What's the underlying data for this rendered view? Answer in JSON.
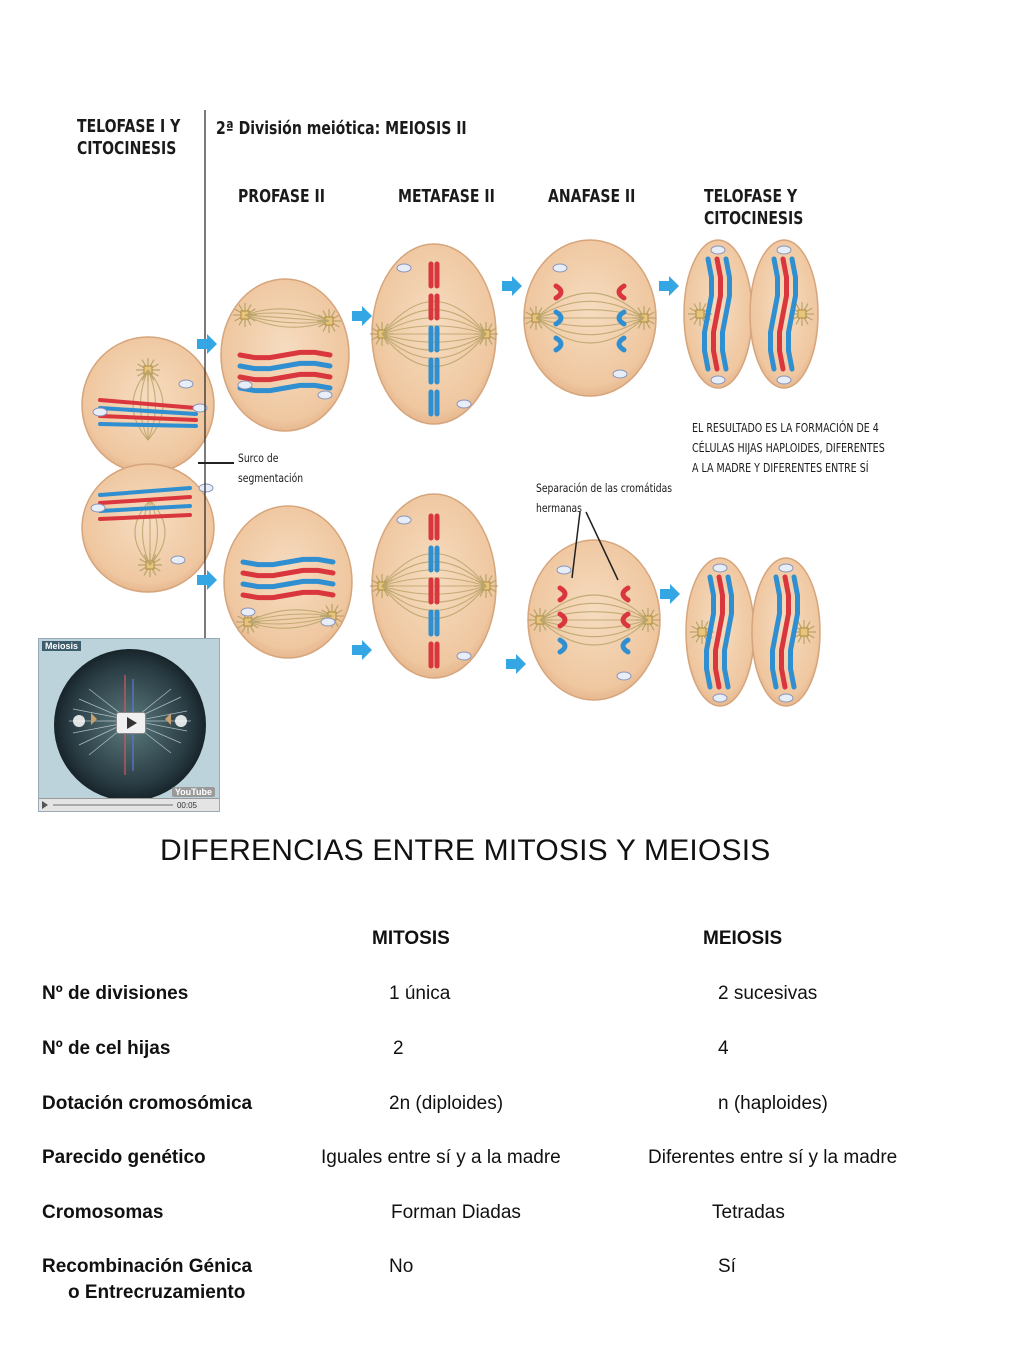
{
  "diagram": {
    "telofase_i": [
      "TELOFASE I Y",
      "CITOCINESIS"
    ],
    "meiosis_ii_header": "2ª División meiótica: MEIOSIS II",
    "phases": {
      "profase": "PROFASE II",
      "metafase": "METAFASE II",
      "anafase": "ANAFASE II",
      "telofase": [
        "TELOFASE Y",
        "CITOCINESIS"
      ]
    },
    "surco": [
      "Surco de",
      "segmentación"
    ],
    "separacion": [
      "Separación de las cromátidas",
      "hermanas"
    ],
    "resultado": [
      "EL RESULTADO ES LA FORMACIÓN DE 4",
      "CÉLULAS HIJAS HAPLOIDES, DIFERENTES",
      "A LA MADRE Y DIFERENTES ENTRE SÍ"
    ],
    "colors": {
      "cell_fill": "#f3d3b1",
      "cell_edge": "#d6a57c",
      "chrom_red": "#d9363e",
      "chrom_blue": "#2f8fd0",
      "spindle": "#b8a46a",
      "arrow": "#35a6e4"
    }
  },
  "video": {
    "title": "Meiosis",
    "badge": "YouTube",
    "time": "00:05  ",
    "play_icon": "play-icon"
  },
  "table": {
    "title": "DIFERENCIAS ENTRE MITOSIS Y MEIOSIS",
    "col_mitosis": "MITOSIS",
    "col_meiosis": "MEIOSIS",
    "rows": [
      {
        "label": "Nº de divisiones",
        "mitosis": "1 única",
        "meiosis": "2 sucesivas"
      },
      {
        "label": "Nº de cel hijas",
        "mitosis": "2",
        "meiosis": "4"
      },
      {
        "label": "Dotación cromosómica",
        "mitosis": "2n (diploides)",
        "meiosis": "n (haploides)"
      },
      {
        "label": "Parecido genético",
        "mitosis": "Iguales entre sí y a la madre",
        "meiosis": "Diferentes entre sí y la madre"
      },
      {
        "label": "Cromosomas",
        "mitosis": "Forman Diadas",
        "meiosis": "Tetradas"
      },
      {
        "label": "Recombinación Génica",
        "label2": "o Entrecruzamiento",
        "mitosis": "No",
        "meiosis": "Sí"
      }
    ]
  }
}
